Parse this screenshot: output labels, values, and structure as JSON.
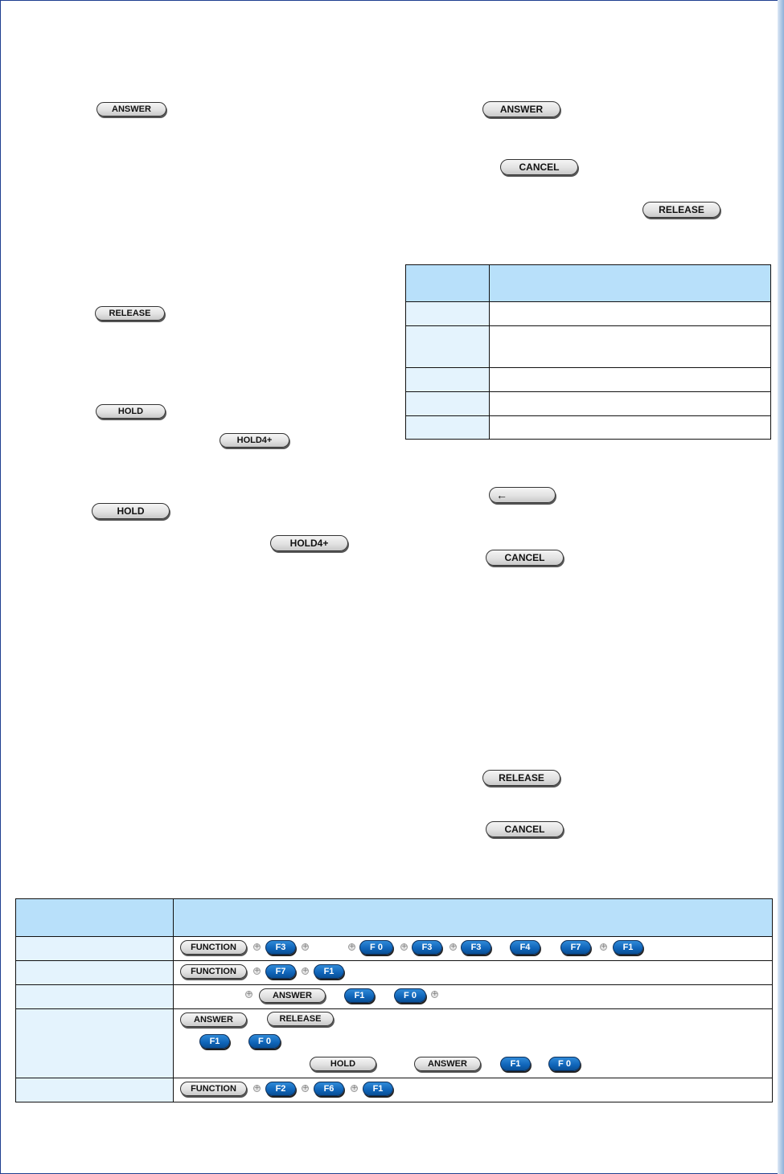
{
  "keys": {
    "answer": "ANSWER",
    "cancel": "CANCEL",
    "release": "RELEASE",
    "hold": "HOLD",
    "hold4": "HOLD4+",
    "function": "FUNCTION",
    "f0": "F 0",
    "f1": "F1",
    "f2": "F2",
    "f3": "F3",
    "f4": "F4",
    "f6": "F6",
    "f7": "F7",
    "backspace_arrow": "←"
  },
  "colors": {
    "table_header": "#b8e0fa",
    "table_label_cell": "#e4f3fd",
    "function_key_blue": "#0f64b8",
    "frame_border": "#1f3f8f"
  },
  "icons": {
    "plus": "plus-icon",
    "backspace": "left-arrow-icon"
  }
}
